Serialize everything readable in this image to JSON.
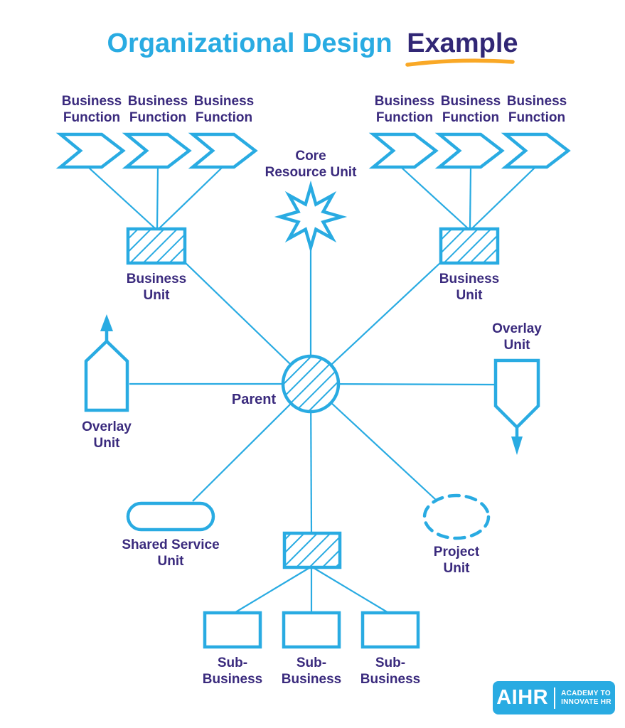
{
  "title": {
    "main": "Organizational Design",
    "highlight": "Example"
  },
  "labels": {
    "business_function": {
      "line1": "Business",
      "line2": "Function"
    },
    "core_resource_unit": {
      "line1": "Core",
      "line2": "Resource Unit"
    },
    "business_unit": {
      "line1": "Business",
      "line2": "Unit"
    },
    "parent": {
      "line1": "Parent"
    },
    "overlay_unit": {
      "line1": "Overlay",
      "line2": "Unit"
    },
    "shared_service_unit": {
      "line1": "Shared Service",
      "line2": "Unit"
    },
    "project_unit": {
      "line1": "Project",
      "line2": "Unit"
    },
    "sub_business": {
      "line1": "Sub-",
      "line2": "Business"
    }
  },
  "logo": {
    "brand": "AIHR",
    "tagline_line1": "ACADEMY TO",
    "tagline_line2": "INNOVATE HR"
  },
  "colors": {
    "accent_blue": "#29ABE2",
    "text_purple": "#3A2A7D",
    "title_navy": "#312775",
    "underline_yellow": "#F9A826",
    "background": "#FFFFFF"
  },
  "shapes": {
    "business_function": "right-chevron-arrow",
    "core_resource_unit": "eight-point-star",
    "business_unit": "hatched-rectangle",
    "parent": "hatched-circle",
    "overlay_unit_left": "upward-pentagon-with-up-arrow",
    "overlay_unit_right": "downward-pentagon-with-down-arrow",
    "shared_service_unit": "rounded-pill",
    "project_unit": "dashed-ellipse",
    "sub_business": "rectangle"
  }
}
